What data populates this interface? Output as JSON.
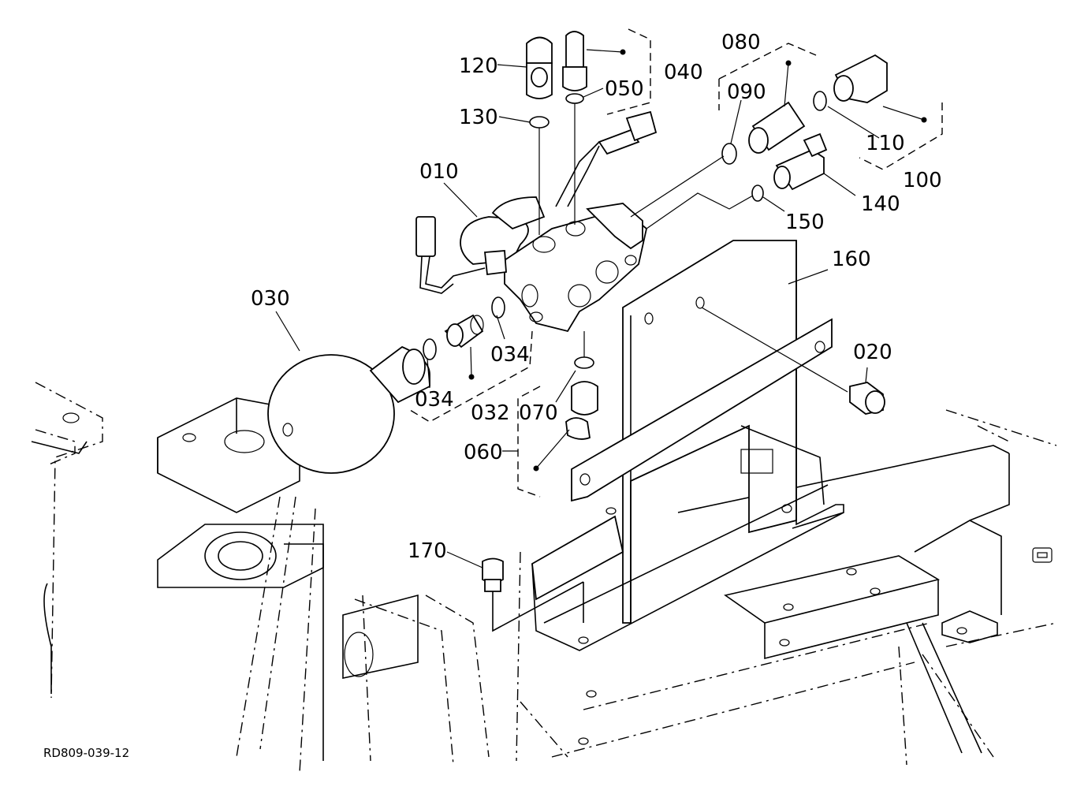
{
  "diagram": {
    "drawing_code": "RD809-039-12",
    "callouts": [
      {
        "id": "c120",
        "label": "120"
      },
      {
        "id": "c040",
        "label": "040"
      },
      {
        "id": "c050",
        "label": "050"
      },
      {
        "id": "c130",
        "label": "130"
      },
      {
        "id": "c080",
        "label": "080"
      },
      {
        "id": "c090",
        "label": "090"
      },
      {
        "id": "c110",
        "label": "110"
      },
      {
        "id": "c100",
        "label": "100"
      },
      {
        "id": "c010",
        "label": "010"
      },
      {
        "id": "c140",
        "label": "140"
      },
      {
        "id": "c150",
        "label": "150"
      },
      {
        "id": "c160",
        "label": "160"
      },
      {
        "id": "c030",
        "label": "030"
      },
      {
        "id": "c034a",
        "label": "034"
      },
      {
        "id": "c034b",
        "label": "034"
      },
      {
        "id": "c032",
        "label": "032"
      },
      {
        "id": "c070",
        "label": "070"
      },
      {
        "id": "c020",
        "label": "020"
      },
      {
        "id": "c060",
        "label": "060"
      },
      {
        "id": "c170",
        "label": "170"
      }
    ]
  }
}
